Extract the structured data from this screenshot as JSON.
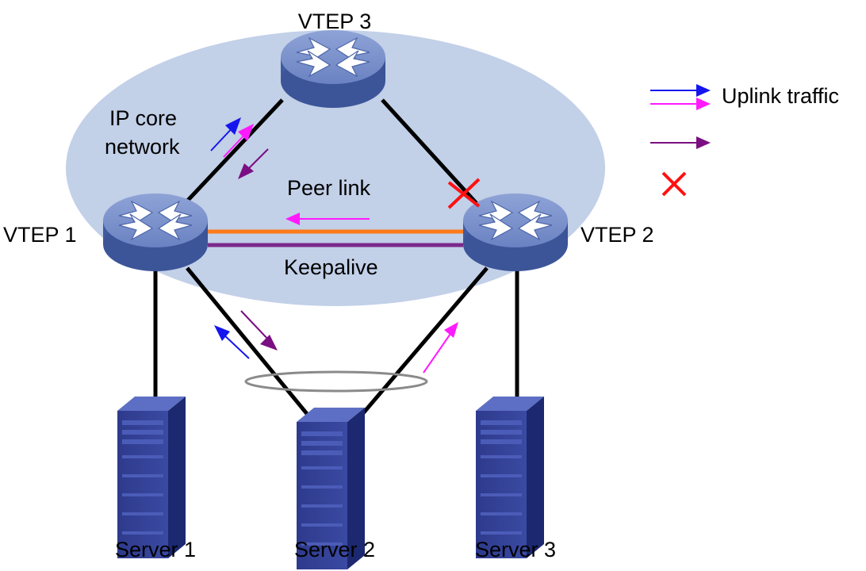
{
  "network": {
    "core_label_line1": "IP core",
    "core_label_line2": "network"
  },
  "devices": {
    "vtep1": "VTEP 1",
    "vtep2": "VTEP 2",
    "vtep3": "VTEP 3"
  },
  "links": {
    "peer_link": "Peer link",
    "keepalive": "Keepalive"
  },
  "servers": {
    "server1": "Server 1",
    "server2": "Server 2",
    "server3": "Server 3"
  },
  "legend": {
    "uplink_traffic": "Uplink traffic"
  },
  "colors": {
    "core_fill": "#c2d0e8",
    "uplink_blue": "#1515ee",
    "uplink_magenta": "#ff1aff",
    "downlink_purple": "#7b0e82",
    "peer_link": "#ff7a1a",
    "keepalive": "#7a2a8c",
    "failure_mark": "#ff1111",
    "switch_body": "#5a74b6"
  }
}
